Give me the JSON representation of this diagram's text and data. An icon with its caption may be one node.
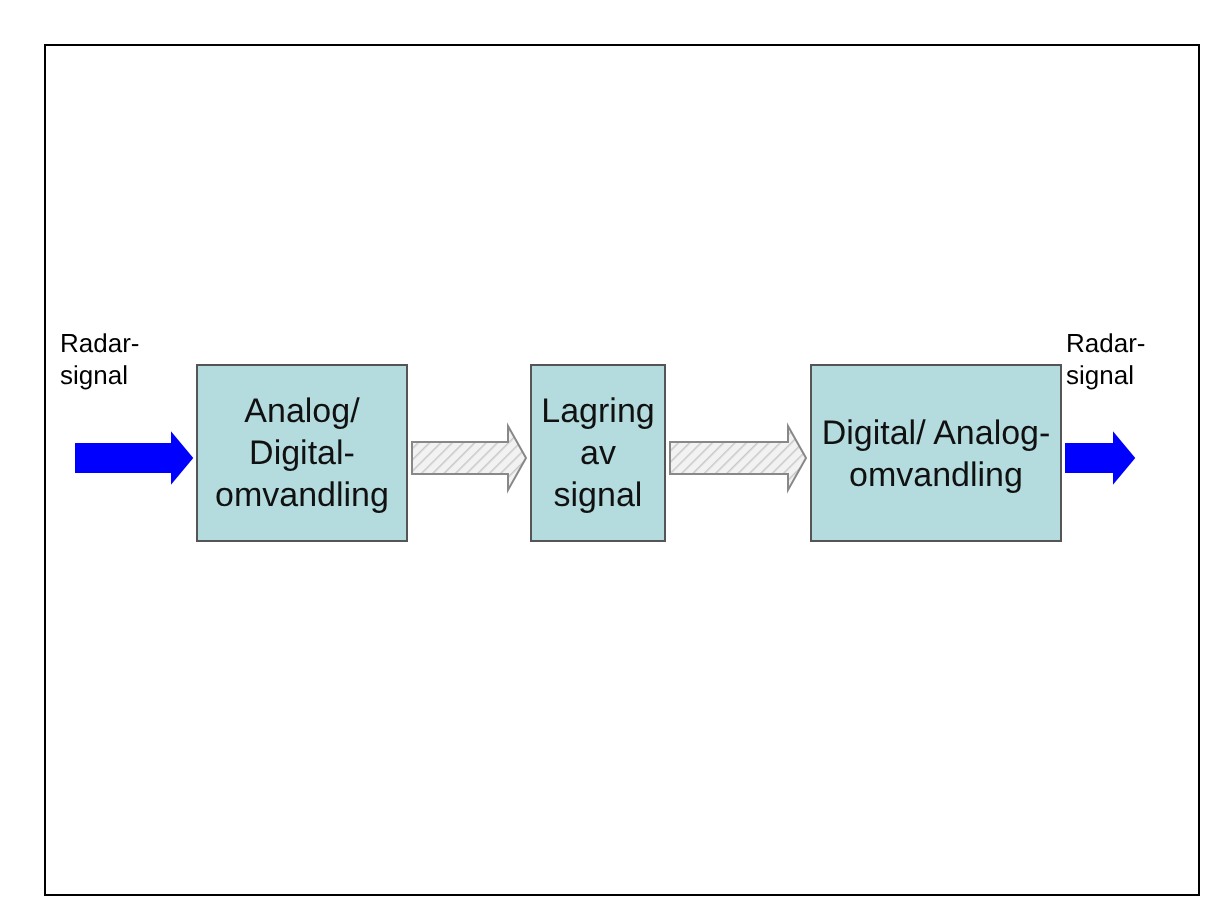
{
  "diagram": {
    "nodes": [
      {
        "text": [
          "Analog/ Digital- omvandling"
        ]
      },
      {
        "text": [
          "Lagring av signal"
        ]
      },
      {
        "text": [
          "Digital/ Analog- omvandling"
        ]
      }
    ],
    "edges": [
      {
        "from": null,
        "to": 0,
        "arrow": "to",
        "label": "Radar- signal",
        "style": "thick",
        "color": "#0000ff"
      },
      {
        "from": 0,
        "to": 1,
        "arrow": "to"
      },
      {
        "from": 1,
        "to": 2,
        "arrow": "to"
      },
      {
        "from": 2,
        "to": null,
        "arrow": "to",
        "label": "Radar- signal",
        "style": "thick",
        "color": "#0000ff"
      }
    ]
  }
}
